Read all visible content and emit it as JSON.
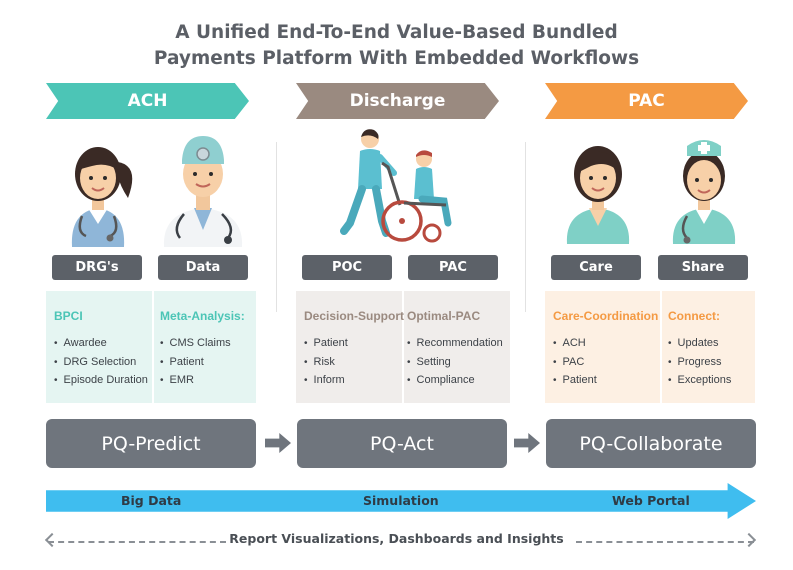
{
  "title": {
    "line1": "A Unified End-To-End Value-Based Bundled",
    "line2": "Payments Platform With Embedded Workflows"
  },
  "colors": {
    "ach": "#4cc5b6",
    "discharge": "#9a8a80",
    "pac": "#f49a43",
    "tag": "#5c6168",
    "pq": "#6f757d",
    "arrow": "#3fbdef"
  },
  "stages": [
    {
      "label": "ACH",
      "tags": [
        "DRG's",
        "Data"
      ],
      "columns": [
        {
          "heading": "BPCI",
          "items": [
            "Awardee",
            "DRG Selection",
            "Episode Duration"
          ]
        },
        {
          "heading": "Meta-Analysis:",
          "items": [
            "CMS Claims",
            "Patient",
            "EMR"
          ]
        }
      ],
      "product": "PQ-Predict"
    },
    {
      "label": "Discharge",
      "tags": [
        "POC",
        "PAC"
      ],
      "columns": [
        {
          "heading": "Decision-Support",
          "items": [
            "Patient",
            "Risk",
            "Inform"
          ]
        },
        {
          "heading": "Optimal-PAC",
          "items": [
            "Recommendation",
            "Setting",
            "Compliance"
          ]
        }
      ],
      "product": "PQ-Act"
    },
    {
      "label": "PAC",
      "tags": [
        "Care",
        "Share"
      ],
      "columns": [
        {
          "heading": "Care-Coordination",
          "items": [
            "ACH",
            "PAC",
            "Patient"
          ]
        },
        {
          "heading": "Connect:",
          "items": [
            "Updates",
            "Progress",
            "Exceptions"
          ]
        }
      ],
      "product": "PQ-Collaborate"
    }
  ],
  "flow_labels": [
    "Big Data",
    "Simulation",
    "Web Portal"
  ],
  "footer": "Report Visualizations, Dashboards and Insights",
  "icons": [
    "female-patient-icon",
    "doctor-icon",
    "walking-nurse-icon",
    "wheelchair-patient-icon",
    "female-caregiver-icon",
    "nurse-icon"
  ]
}
